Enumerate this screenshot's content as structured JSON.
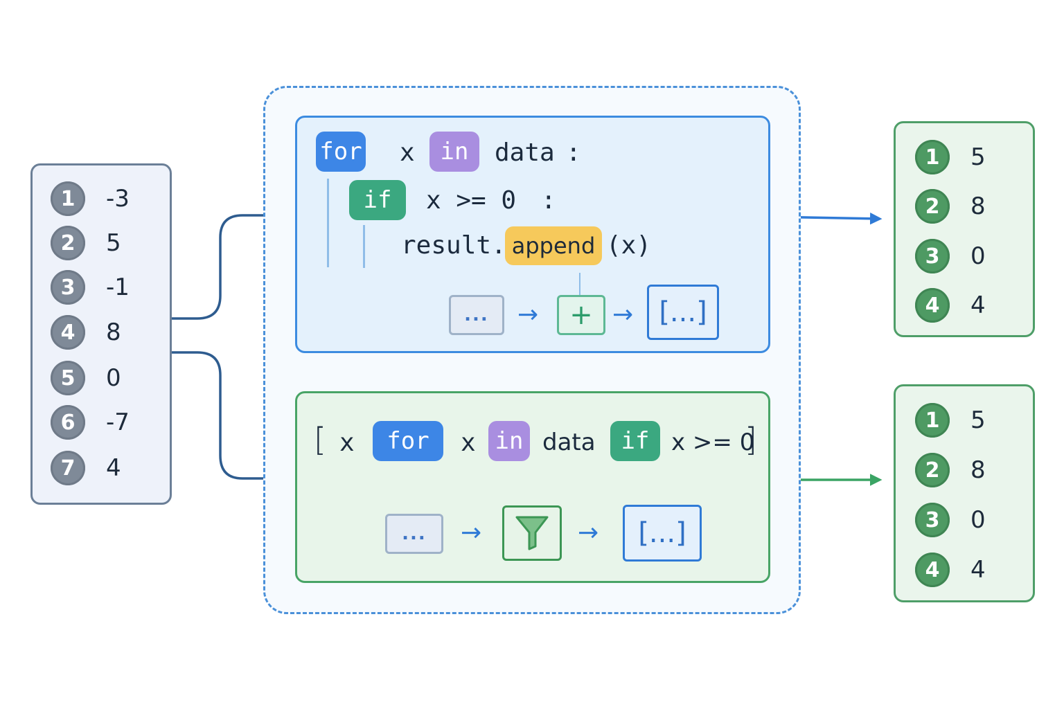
{
  "input": {
    "items": [
      {
        "index": "1",
        "value": "-3"
      },
      {
        "index": "2",
        "value": "5"
      },
      {
        "index": "3",
        "value": "-1"
      },
      {
        "index": "4",
        "value": "8"
      },
      {
        "index": "5",
        "value": "0"
      },
      {
        "index": "6",
        "value": "-7"
      },
      {
        "index": "7",
        "value": "4"
      }
    ]
  },
  "loop": {
    "kw_for": "for",
    "var": "x",
    "kw_in": "in",
    "iterable": "data",
    "colon1": ":",
    "kw_if": "if",
    "condition": "x >= 0",
    "colon2": ":",
    "call_obj": "result.",
    "call_method": "append",
    "call_args": "(x)",
    "pipeline": {
      "dots": "...",
      "list": "[...]"
    }
  },
  "comprehension": {
    "open_bracket": "[",
    "expr": "x",
    "kw_for": "for",
    "var": "x",
    "kw_in": "in",
    "iterable": "data",
    "kw_if": "if",
    "condition": "x >= 0",
    "close_bracket": "]",
    "pipeline": {
      "dots": "...",
      "list": "[...]"
    }
  },
  "output_loop": {
    "items": [
      {
        "index": "1",
        "value": "5"
      },
      {
        "index": "2",
        "value": "8"
      },
      {
        "index": "3",
        "value": "0"
      },
      {
        "index": "4",
        "value": "4"
      }
    ]
  },
  "output_comprehension": {
    "items": [
      {
        "index": "1",
        "value": "5"
      },
      {
        "index": "2",
        "value": "8"
      },
      {
        "index": "3",
        "value": "0"
      },
      {
        "index": "4",
        "value": "4"
      }
    ]
  },
  "colors": {
    "loop_accent": "#3c8be0",
    "comprehension_accent": "#48a466",
    "input_border": "#6b7f97",
    "dashed_container": "#4a90d9"
  }
}
